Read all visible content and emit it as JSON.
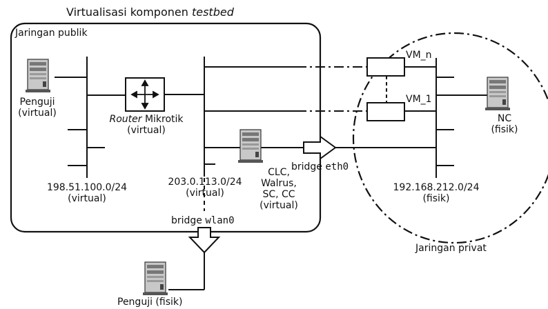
{
  "title": {
    "prefix": "Virtualisasi komponen ",
    "italic": "testbed"
  },
  "public_network_label": "Jaringan publik",
  "private_network_label": "Jaringan privat",
  "nodes": {
    "tester_virtual": {
      "line1": "Penguji",
      "line2": "(virtual)"
    },
    "router": {
      "italic": "Router",
      "rest": " Mikrotik",
      "line2": "(virtual)"
    },
    "clc": {
      "lines": [
        "CLC,",
        "Walrus,",
        "SC, CC",
        "(virtual)"
      ]
    },
    "nc": {
      "line1": "NC",
      "line2": "(fisik)"
    },
    "tester_physical": {
      "label": "Penguji (fisik)"
    },
    "vm_n": "VM_n",
    "vm_1": "VM_1"
  },
  "subnets": {
    "s198": {
      "cidr": "198.51.100.0/24",
      "note": "(virtual)"
    },
    "s203": {
      "cidr": "203.0.113.0/24",
      "note": "(virtual)"
    },
    "s192": {
      "cidr": "192.168.212.0/24",
      "note": "(fisik)"
    }
  },
  "bridges": {
    "eth": {
      "word": "bridge ",
      "iface": "eth0"
    },
    "wlan": {
      "word": "bridge ",
      "iface": "wlan0"
    }
  },
  "colors": {
    "line": "#111111",
    "server_body": "#9a9a9a",
    "server_dark": "#555555"
  }
}
